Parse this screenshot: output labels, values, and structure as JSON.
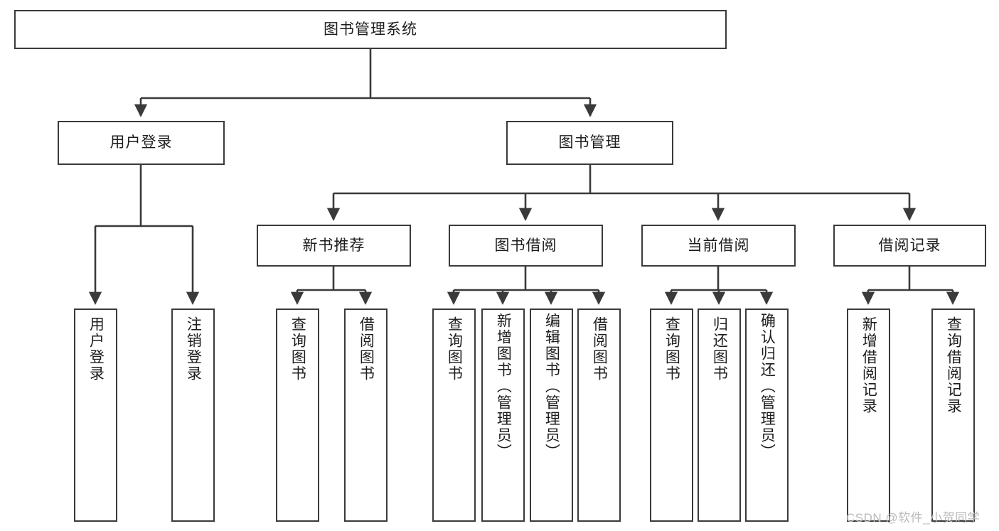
{
  "diagram": {
    "title": "图书管理系统",
    "type": "functional-structure-tree",
    "watermark": "CSDN @软件_小贺同学",
    "colors": {
      "box_border": "#3a3a3a",
      "box_fill": "#ffffff",
      "edge": "#3a3a3a",
      "text": "#1d1d1d",
      "watermark": "#b9b9b9"
    },
    "root": {
      "label": "图书管理系统"
    },
    "level2": [
      {
        "label": "用户登录"
      },
      {
        "label": "图书管理"
      }
    ],
    "level3": [
      {
        "label": "新书推荐"
      },
      {
        "label": "图书借阅"
      },
      {
        "label": "当前借阅"
      },
      {
        "label": "借阅记录"
      }
    ],
    "leaves": {
      "user_login": [
        {
          "label": "用户登录"
        },
        {
          "label": "注销登录"
        }
      ],
      "new_book_recommend": [
        {
          "label": "查询图书"
        },
        {
          "label": "借阅图书"
        }
      ],
      "book_borrow": [
        {
          "label": "查询图书"
        },
        {
          "label": "新增图书（管理员）"
        },
        {
          "label": "编辑图书（管理员）"
        },
        {
          "label": "借阅图书"
        }
      ],
      "current_borrow": [
        {
          "label": "查询图书"
        },
        {
          "label": "归还图书"
        },
        {
          "label": "确认归还（管理员）"
        }
      ],
      "borrow_record": [
        {
          "label": "新增借阅记录"
        },
        {
          "label": "查询借阅记录"
        }
      ]
    }
  }
}
